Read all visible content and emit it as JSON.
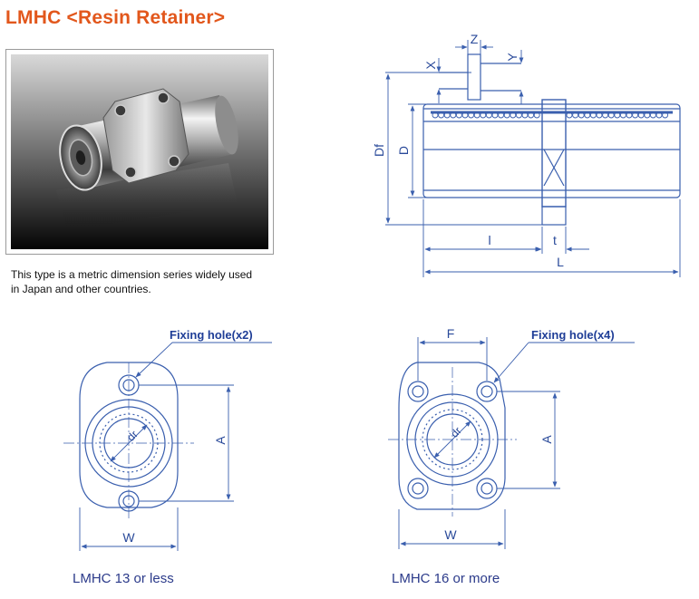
{
  "title": "LMHC <Resin Retainer>",
  "description": [
    "This type is a metric dimension series widely used",
    "in Japan and other countries."
  ],
  "side_view": {
    "labels": {
      "z": "Z",
      "x": "X",
      "y": "Y",
      "df": "Df",
      "d": "D",
      "l_small": "l",
      "t": "t",
      "l_large": "L"
    }
  },
  "front_small": {
    "fixing_label": "Fixing hole(x2)",
    "dim_a": "A",
    "dim_w": "W",
    "dim_dr": "dr",
    "caption": "LMHC 13 or less"
  },
  "front_large": {
    "fixing_label": "Fixing hole(x4)",
    "dim_f": "F",
    "dim_a": "A",
    "dim_w": "W",
    "dim_dr": "dr",
    "caption": "LMHC 16 or more"
  },
  "colors": {
    "title": "#e2571c",
    "line": "#3a5fae",
    "label": "#1f3e97"
  }
}
